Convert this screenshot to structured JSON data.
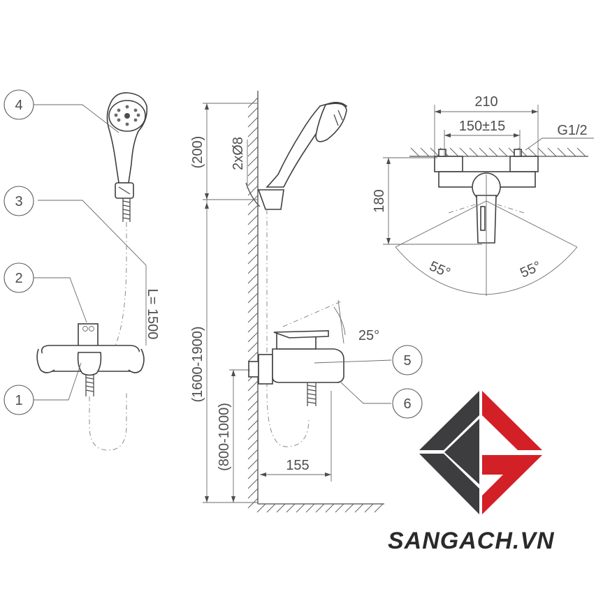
{
  "callouts": [
    "4",
    "3",
    "2",
    "1",
    "5",
    "6"
  ],
  "dimensions": {
    "top_gap": "(200)",
    "holes": "2xØ8",
    "hose_length": "L= 1500",
    "shower_height": "(1600-1900)",
    "mixer_height": "(800-1000)",
    "projection": "155",
    "lever_angle": "25°",
    "width_overall": "210",
    "centers": "150±15",
    "thread": "G1/2",
    "depth": "180",
    "swing_left": "55°",
    "swing_right": "55°"
  },
  "brand": {
    "logo_letters": "SG",
    "name": "SANGACH.VN",
    "colors": {
      "dark": "#3d3d3f",
      "red": "#d32027"
    }
  }
}
